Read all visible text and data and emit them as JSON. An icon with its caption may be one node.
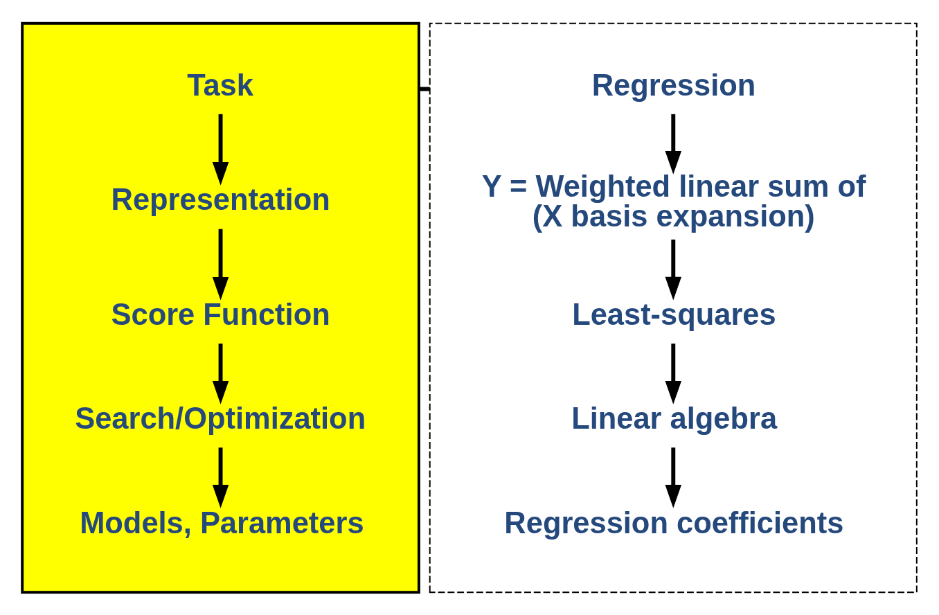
{
  "diagram": {
    "nodes": [
      {
        "text": [],
        "shape": "box"
      },
      {
        "text": [
          "Task"
        ],
        "in": 0
      },
      {
        "text": [
          "Representation"
        ],
        "in": 0
      },
      {
        "text": [
          "Score Function"
        ],
        "in": 0
      },
      {
        "text": [
          "Search/Optimization"
        ],
        "in": 0
      },
      {
        "text": [
          "Models, Parameters"
        ],
        "in": 0
      },
      {
        "text": [],
        "shape": "box"
      },
      {
        "text": [
          "Regression"
        ],
        "in": 6
      },
      {
        "text": [
          "Y = Weighted linear sum of (X basis expansion)"
        ],
        "in": 6
      },
      {
        "text": [
          "Least-squares"
        ],
        "in": 6
      },
      {
        "text": [
          "Linear algebra"
        ],
        "in": 6
      },
      {
        "text": [
          "Regression coefficients"
        ],
        "in": 6
      }
    ],
    "edges": [
      {
        "from": 1,
        "to": 2,
        "arrow": "to"
      },
      {
        "from": 2,
        "to": 3,
        "arrow": "to"
      },
      {
        "from": 3,
        "to": 4,
        "arrow": "to"
      },
      {
        "from": 4,
        "to": 5,
        "arrow": "to"
      },
      {
        "from": 0,
        "to": 6,
        "arrow": "none"
      },
      {
        "from": 7,
        "to": 8,
        "arrow": "to"
      },
      {
        "from": 8,
        "to": 9,
        "arrow": "to"
      },
      {
        "from": 9,
        "to": 10,
        "arrow": "to"
      },
      {
        "from": 10,
        "to": 11,
        "arrow": "to"
      }
    ]
  }
}
